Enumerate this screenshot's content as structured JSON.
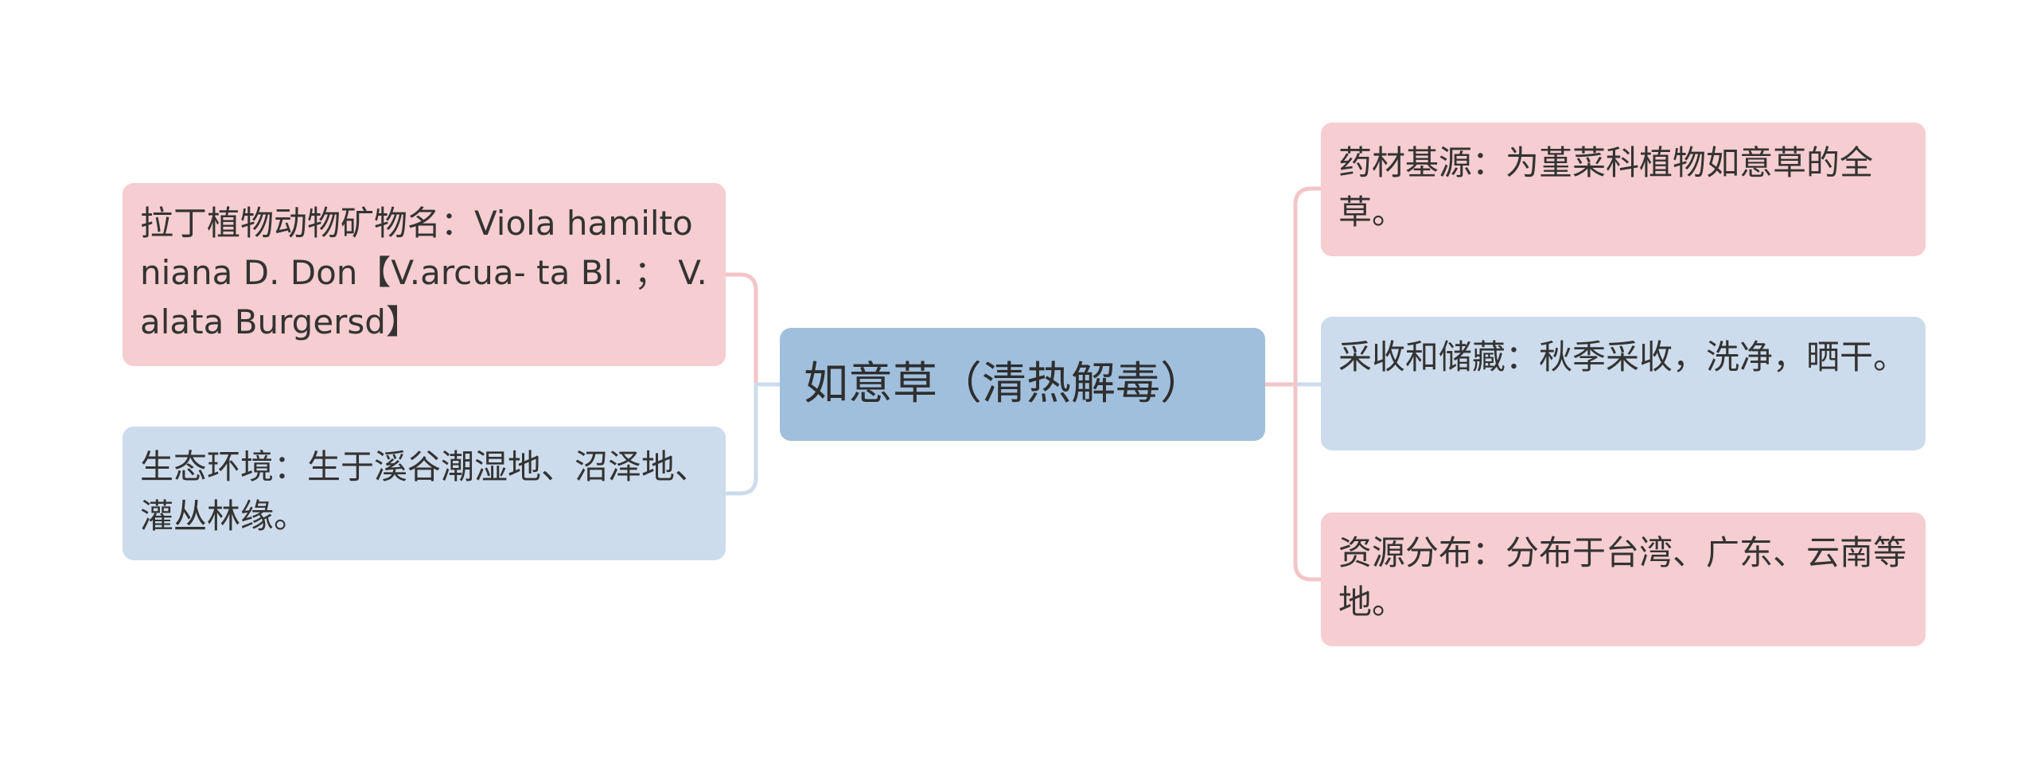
{
  "colors": {
    "center_bg": "#a0bfdc",
    "pink_bg": "#f6cdd0",
    "blue_bg": "#cddcec",
    "pink_line": "#f3c4c8",
    "blue_line": "#cddcec",
    "text": "#333333"
  },
  "center": {
    "label": "如意草（清热解毒）"
  },
  "left_nodes": [
    {
      "label": "拉丁植物动物矿物名：Viola hamiltoniana D. Don【V.arcua- ta Bl. ；  V.alata Burgersd】",
      "color": "pink"
    },
    {
      "label": "生态环境：生于溪谷潮湿地、沼泽地、灌丛林缘。",
      "color": "blue"
    }
  ],
  "right_nodes": [
    {
      "label": "药材基源：为堇菜科植物如意草的全草。",
      "color": "pink"
    },
    {
      "label": "采收和储藏：秋季采收，洗净，晒干。",
      "color": "blue"
    },
    {
      "label": "资源分布：分布于台湾、广东、云南等地。",
      "color": "pink"
    }
  ]
}
